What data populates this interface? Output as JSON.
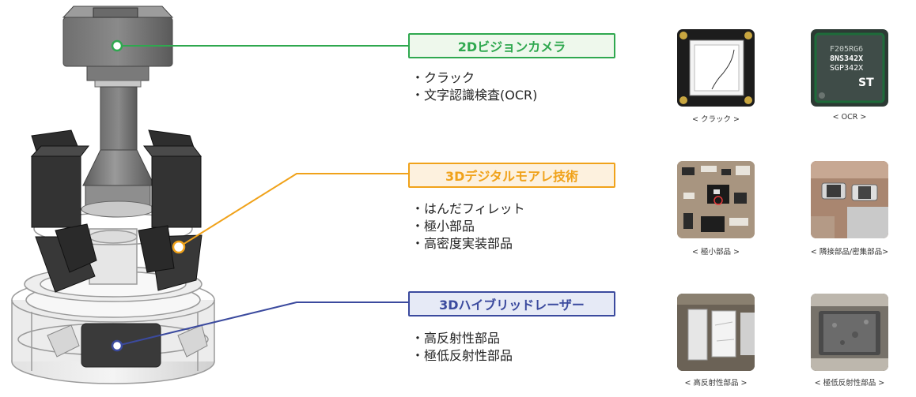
{
  "sections": [
    {
      "title": "2Dビジョンカメラ",
      "items": [
        "・クラック",
        "・文字認識検査(OCR)"
      ],
      "color": "#2fa84f",
      "fill": "#eef8ec",
      "images": [
        "< クラック >",
        "< OCR >"
      ]
    },
    {
      "title": "3Dデジタルモアレ技術",
      "items": [
        "・はんだフィレット",
        "・極小部品",
        "・高密度実装部品"
      ],
      "color": "#f0a21a",
      "fill": "#fdf1de",
      "images": [
        "< 極小部品 >",
        "< 隣接部品/密集部品>"
      ]
    },
    {
      "title": "3Dハイブリッドレーザー",
      "items": [
        "・高反射性部品",
        "・極低反射性部品"
      ],
      "color": "#3b4a9e",
      "fill": "#e6eaf6",
      "images": [
        "< 高反射性部品 >",
        "< 極低反射性部品 >"
      ]
    }
  ],
  "ocr_chip_text": [
    "F205RG6",
    "8NS342X",
    "SGP342X"
  ],
  "icons": [
    "inspection-head-illustration",
    "crack-sample-image",
    "ocr-chip-image",
    "pcb-tiny-parts-image",
    "adjacent-parts-image",
    "reflective-part-image",
    "low-reflective-part-image"
  ]
}
